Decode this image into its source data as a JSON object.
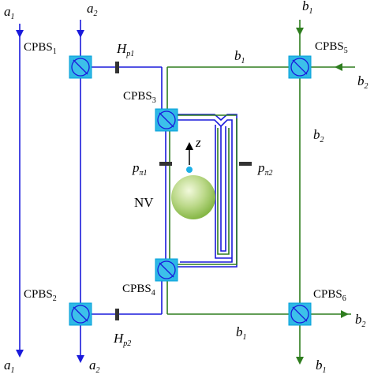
{
  "colors": {
    "blue_beam": "#1a1adb",
    "green_beam": "#2e7d1e",
    "splitter_fill": "#2eb8e6",
    "splitter_frame": "#00a0d8",
    "waveplate": "#333333",
    "nv_center_light": "#eaf5c8",
    "nv_center_dark": "#8dbf4a",
    "spin_dot": "#1cb0e8"
  },
  "labels": {
    "a1_top": {
      "main": "a",
      "sub": "1"
    },
    "a2_top": {
      "main": "a",
      "sub": "2"
    },
    "a1_bottom": {
      "main": "a",
      "sub": "1"
    },
    "a2_bottom": {
      "main": "a",
      "sub": "2"
    },
    "b1_top": {
      "main": "b",
      "sub": "1"
    },
    "b1_upper": {
      "main": "b",
      "sub": "1"
    },
    "b1_lower": {
      "main": "b",
      "sub": "1"
    },
    "b1_bottom": {
      "main": "b",
      "sub": "1"
    },
    "b2_top_right": {
      "main": "b",
      "sub": "2"
    },
    "b2_mid": {
      "main": "b",
      "sub": "2"
    },
    "b2_bottom_right": {
      "main": "b",
      "sub": "2"
    },
    "cpbs1": {
      "main": "CPBS",
      "sub": "1"
    },
    "cpbs2": {
      "main": "CPBS",
      "sub": "2"
    },
    "cpbs3": {
      "main": "CPBS",
      "sub": "3"
    },
    "cpbs4": {
      "main": "CPBS",
      "sub": "4"
    },
    "cpbs5": {
      "main": "CPBS",
      "sub": "5"
    },
    "cpbs6": {
      "main": "CPBS",
      "sub": "6"
    },
    "hp1": {
      "main": "H",
      "sub": "p1"
    },
    "hp2": {
      "main": "H",
      "sub": "p2"
    },
    "ppi1": {
      "main": "p",
      "sub": "π1"
    },
    "ppi2": {
      "main": "p",
      "sub": "π2"
    },
    "z_axis": "z",
    "nv": "NV"
  }
}
